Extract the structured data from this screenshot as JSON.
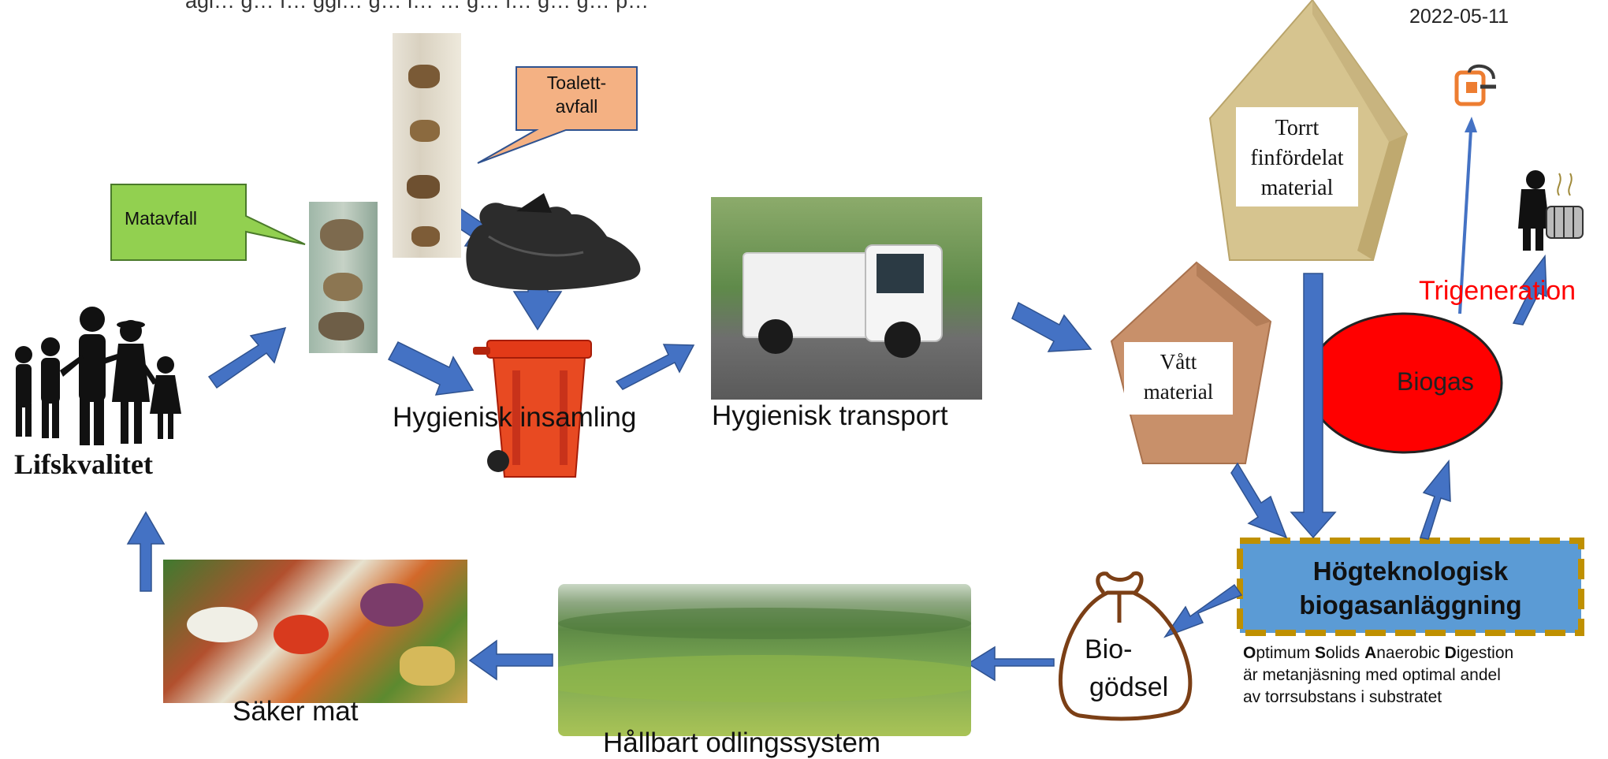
{
  "header": {
    "cut_title": "agl… g… f… ggl… g… l… … g… l… g… g… p…",
    "date": "2022-05-11"
  },
  "callouts": {
    "matavfall": "Matavfall",
    "toalett_line1": "Toalett-",
    "toalett_line2": "avfall"
  },
  "labels": {
    "lifskvalitet": "Lifskvalitet",
    "hygienisk_insamling": "Hygienisk insamling",
    "hygienisk_transport": "Hygienisk transport",
    "saker_mat": "Säker mat",
    "hallbart": "Hållbart odlingssystem",
    "trigeneration": "Trigeneration",
    "biogas": "Biogas",
    "plant_line1": "Högteknologisk",
    "plant_line2": "biogasanläggning",
    "biogodsel_line1": "Bio-",
    "biogodsel_line2": "gödsel"
  },
  "material_boxes": {
    "torrt_line1": "Torrt",
    "torrt_line2": "finfördelat",
    "torrt_line3": "material",
    "vatt_line1": "Vått",
    "vatt_line2": "material"
  },
  "osad": {
    "w1_cap": "O",
    "w1_rest": "ptimum ",
    "w2_cap": "S",
    "w2_rest": "olids ",
    "w3_cap": "A",
    "w3_rest": "naerobic ",
    "w4_cap": "D",
    "w4_rest": "igestion",
    "line2": "är metanjäsning med optimal andel",
    "line3": "av torrsubstans i substratet"
  },
  "colors": {
    "arrow_blue": "#4472c4",
    "matavfall_green": "#92d050",
    "toalett_orange": "#f4b183",
    "biogas_red": "#ff0000",
    "plant_blue": "#5b9bd5",
    "plant_border_gold": "#bf9000",
    "trigeneration_red": "#ff0000",
    "torrt_tan": "#d6c48f",
    "vatt_brown": "#c8906a",
    "sack_brown": "#7b3f16"
  }
}
